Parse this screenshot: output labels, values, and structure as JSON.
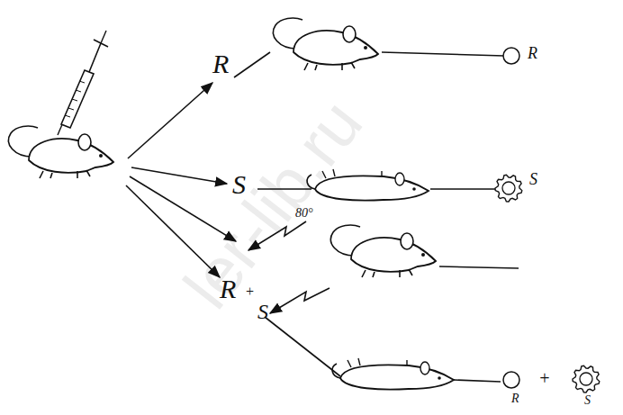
{
  "diagram": {
    "nodes": [
      {
        "text": [
          "R"
        ]
      },
      {
        "text": [
          "S"
        ]
      },
      {
        "text": [
          "R"
        ]
      },
      {
        "text": [
          "S"
        ]
      }
    ],
    "labels": [
      "R",
      "S",
      "80°",
      "R",
      "+",
      "S",
      "+",
      "ler-lib.ru"
    ]
  }
}
